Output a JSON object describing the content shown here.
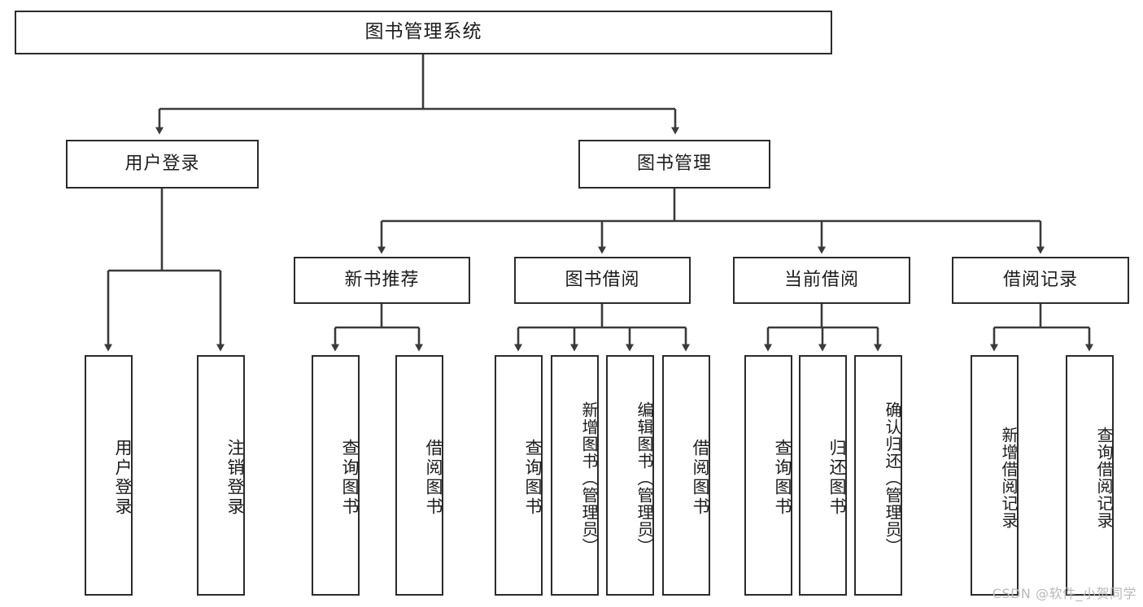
{
  "diagram": {
    "title": "图书管理系统",
    "type": "tree-hierarchy-chart",
    "watermark": "CSDN @软件_小贺同学",
    "colors": {
      "box_border": "#2b2b2b",
      "box_fill": "#ffffff",
      "edge": "#3a3a3a",
      "text": "#1c1c1c",
      "watermark": "#b9b9b9",
      "background": "#ffffff"
    },
    "root": {
      "label": "图书管理系统"
    },
    "level2": [
      {
        "label": "用户登录"
      },
      {
        "label": "图书管理"
      }
    ],
    "level3": [
      {
        "label": "新书推荐"
      },
      {
        "label": "图书借阅"
      },
      {
        "label": "当前借阅"
      },
      {
        "label": "借阅记录"
      }
    ],
    "leaves": {
      "user_login": [
        {
          "label": "用户登录"
        },
        {
          "label": "注销登录"
        }
      ],
      "new_book_recommend": [
        {
          "label": "查询图书"
        },
        {
          "label": "借阅图书"
        }
      ],
      "book_borrow": [
        {
          "label": "查询图书"
        },
        {
          "label": "新增图书（管理员）"
        },
        {
          "label": "编辑图书（管理员）"
        },
        {
          "label": "借阅图书"
        }
      ],
      "current_borrow": [
        {
          "label": "查询图书"
        },
        {
          "label": "归还图书"
        },
        {
          "label": "确认归还（管理员）"
        }
      ],
      "borrow_record": [
        {
          "label": "新增借阅记录"
        },
        {
          "label": "查询借阅记录"
        }
      ]
    }
  }
}
